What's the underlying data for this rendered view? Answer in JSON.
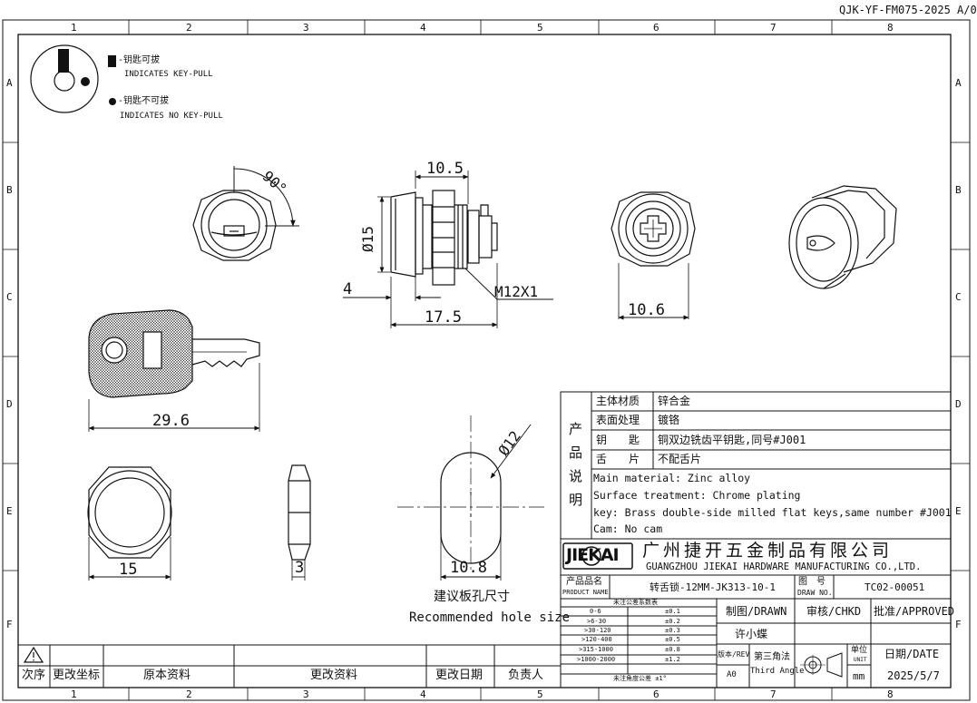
{
  "doc_code": "QJK-YF-FM075-2025 A/0",
  "grid": {
    "columns": [
      "1",
      "2",
      "3",
      "4",
      "5",
      "6",
      "7",
      "8"
    ],
    "rows": [
      "A",
      "B",
      "C",
      "D",
      "E",
      "F"
    ]
  },
  "legend": {
    "key_pull_cn": "-钥匙可拔",
    "key_pull_en": "INDICATES KEY-PULL",
    "no_key_pull_cn": "-钥匙不可拔",
    "no_key_pull_en": "INDICATES NO KEY-PULL"
  },
  "dimensions": {
    "angle": "90°",
    "width_10_5": "10.5",
    "dia_15": "Ø15",
    "thread": "M12X1",
    "dim_4": "4",
    "len_17_5": "17.5",
    "dim_10_6": "10.6",
    "key_29_6": "29.6",
    "hex_15": "15",
    "nut_3": "3",
    "hole_dia": "Ø12",
    "hole_flat": "10.8"
  },
  "hole": {
    "title_cn": "建议板孔尺寸",
    "title_en": "Recommended hole size"
  },
  "specs": {
    "section_label": [
      "产",
      "品",
      "说",
      "明"
    ],
    "rows": [
      {
        "label": "主体材质",
        "value": "锌合金"
      },
      {
        "label": "表面处理",
        "value": "镀铬"
      },
      {
        "label": "钥　　匙",
        "value": "铜双边铣齿平钥匙,同号#J001"
      },
      {
        "label": "舌　　片",
        "value": "不配舌片"
      }
    ],
    "en_lines": [
      "Main material: Zinc alloy",
      "Surface treatment: Chrome plating",
      "key: Brass double-side milled flat keys,same number #J001",
      "Cam: No cam"
    ]
  },
  "company": {
    "logo": "JIEKAI",
    "name_cn": "广州捷开五金制品有限公司",
    "name_en": "GUANGZHOU JIEKAI HARDWARE MANUFACTURING CO.,LTD."
  },
  "title_block": {
    "product_name_label_cn": "产品品名",
    "product_name_label_en": "PRODUCT NAME",
    "product_name": "转舌锁-12MM-JK313-10-1",
    "draw_no_label_cn": "图　号",
    "draw_no_label_en": "DRAW NO.",
    "draw_no": "TC02-00051",
    "tolerance_title": "未注公差系数表",
    "tolerances": [
      {
        "range": "0-6",
        "tol": "±0.1"
      },
      {
        "range": ">6-30",
        "tol": "±0.2"
      },
      {
        "range": ">30-120",
        "tol": "±0.3"
      },
      {
        "range": ">120-400",
        "tol": "±0.5"
      },
      {
        "range": ">315-1000",
        "tol": "±0.8"
      },
      {
        "range": ">1000-2000",
        "tol": "±1.2"
      }
    ],
    "angle_tol": "未注角度公差 ±1°",
    "drawn_label": "制图/DRAWN",
    "chkd_label": "审核/CHKD",
    "approved_label": "批准/APPROVED",
    "drawn_by": "许小蝶",
    "rev_label": "版本/REV",
    "rev": "A0",
    "projection_cn": "第三角法",
    "projection_en": "Third Angle",
    "unit_label_cn": "单位",
    "unit_label_en": "UNIT",
    "unit": "mm",
    "date_label": "日期/DATE",
    "date": "2025/5/7"
  },
  "revision_table": {
    "headers": [
      "次序",
      "更改坐标",
      "原本资料",
      "更改资料",
      "更改日期",
      "负责人"
    ]
  }
}
